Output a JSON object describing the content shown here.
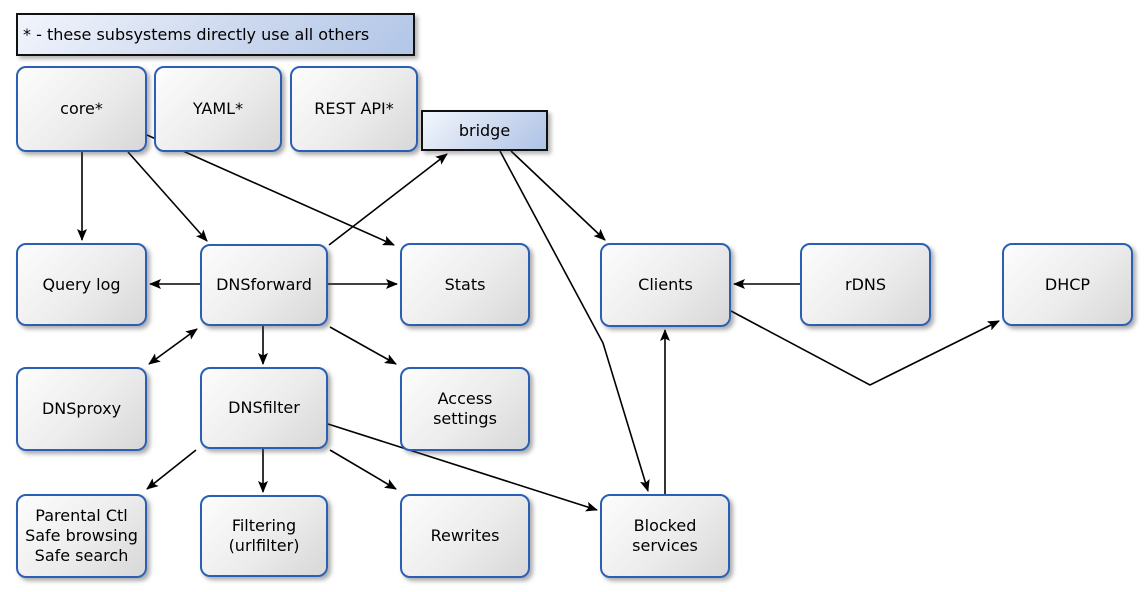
{
  "diagram": {
    "legend_text": "* - these subsystems directly use all others",
    "nodes": [
      {
        "id": "core",
        "label": "core*"
      },
      {
        "id": "yaml",
        "label": "YAML*"
      },
      {
        "id": "restapi",
        "label": "REST API*"
      },
      {
        "id": "bridge",
        "label": "bridge"
      },
      {
        "id": "querylog",
        "label": "Query log"
      },
      {
        "id": "dnsforward",
        "label": "DNSforward"
      },
      {
        "id": "stats",
        "label": "Stats"
      },
      {
        "id": "clients",
        "label": "Clients"
      },
      {
        "id": "rdns",
        "label": "rDNS"
      },
      {
        "id": "dhcp",
        "label": "DHCP"
      },
      {
        "id": "dnsproxy",
        "label": "DNSproxy"
      },
      {
        "id": "dnsfilter",
        "label": "DNSfilter"
      },
      {
        "id": "access",
        "label": "Access\nsettings"
      },
      {
        "id": "parental",
        "label": "Parental Ctl\nSafe browsing\nSafe search"
      },
      {
        "id": "filtering",
        "label": "Filtering\n(urlfilter)"
      },
      {
        "id": "rewrites",
        "label": "Rewrites"
      },
      {
        "id": "blocked",
        "label": "Blocked\nservices"
      }
    ],
    "edges": [
      {
        "from": "core",
        "to": "querylog"
      },
      {
        "from": "core",
        "to": "dnsforward"
      },
      {
        "from": "core",
        "to": "stats"
      },
      {
        "from": "dnsforward",
        "to": "querylog"
      },
      {
        "from": "dnsforward",
        "to": "stats"
      },
      {
        "from": "dnsforward",
        "to": "bridge"
      },
      {
        "from": "dnsforward",
        "to": "dnsproxy",
        "bidirectional": true
      },
      {
        "from": "dnsforward",
        "to": "dnsfilter"
      },
      {
        "from": "dnsforward",
        "to": "access"
      },
      {
        "from": "dnsfilter",
        "to": "parental"
      },
      {
        "from": "dnsfilter",
        "to": "filtering"
      },
      {
        "from": "dnsfilter",
        "to": "rewrites"
      },
      {
        "from": "dnsfilter",
        "to": "blocked"
      },
      {
        "from": "bridge",
        "to": "clients"
      },
      {
        "from": "bridge",
        "to": "blocked"
      },
      {
        "from": "blocked",
        "to": "clients"
      },
      {
        "from": "rdns",
        "to": "clients"
      },
      {
        "from": "clients",
        "to": "dhcp"
      }
    ],
    "colors": {
      "node_border": "#2b5fb4",
      "blue_fill": "#b2c6e7",
      "grey_fill": "#e0e0e0",
      "arrow": "#000000",
      "background": "#ffffff"
    }
  }
}
